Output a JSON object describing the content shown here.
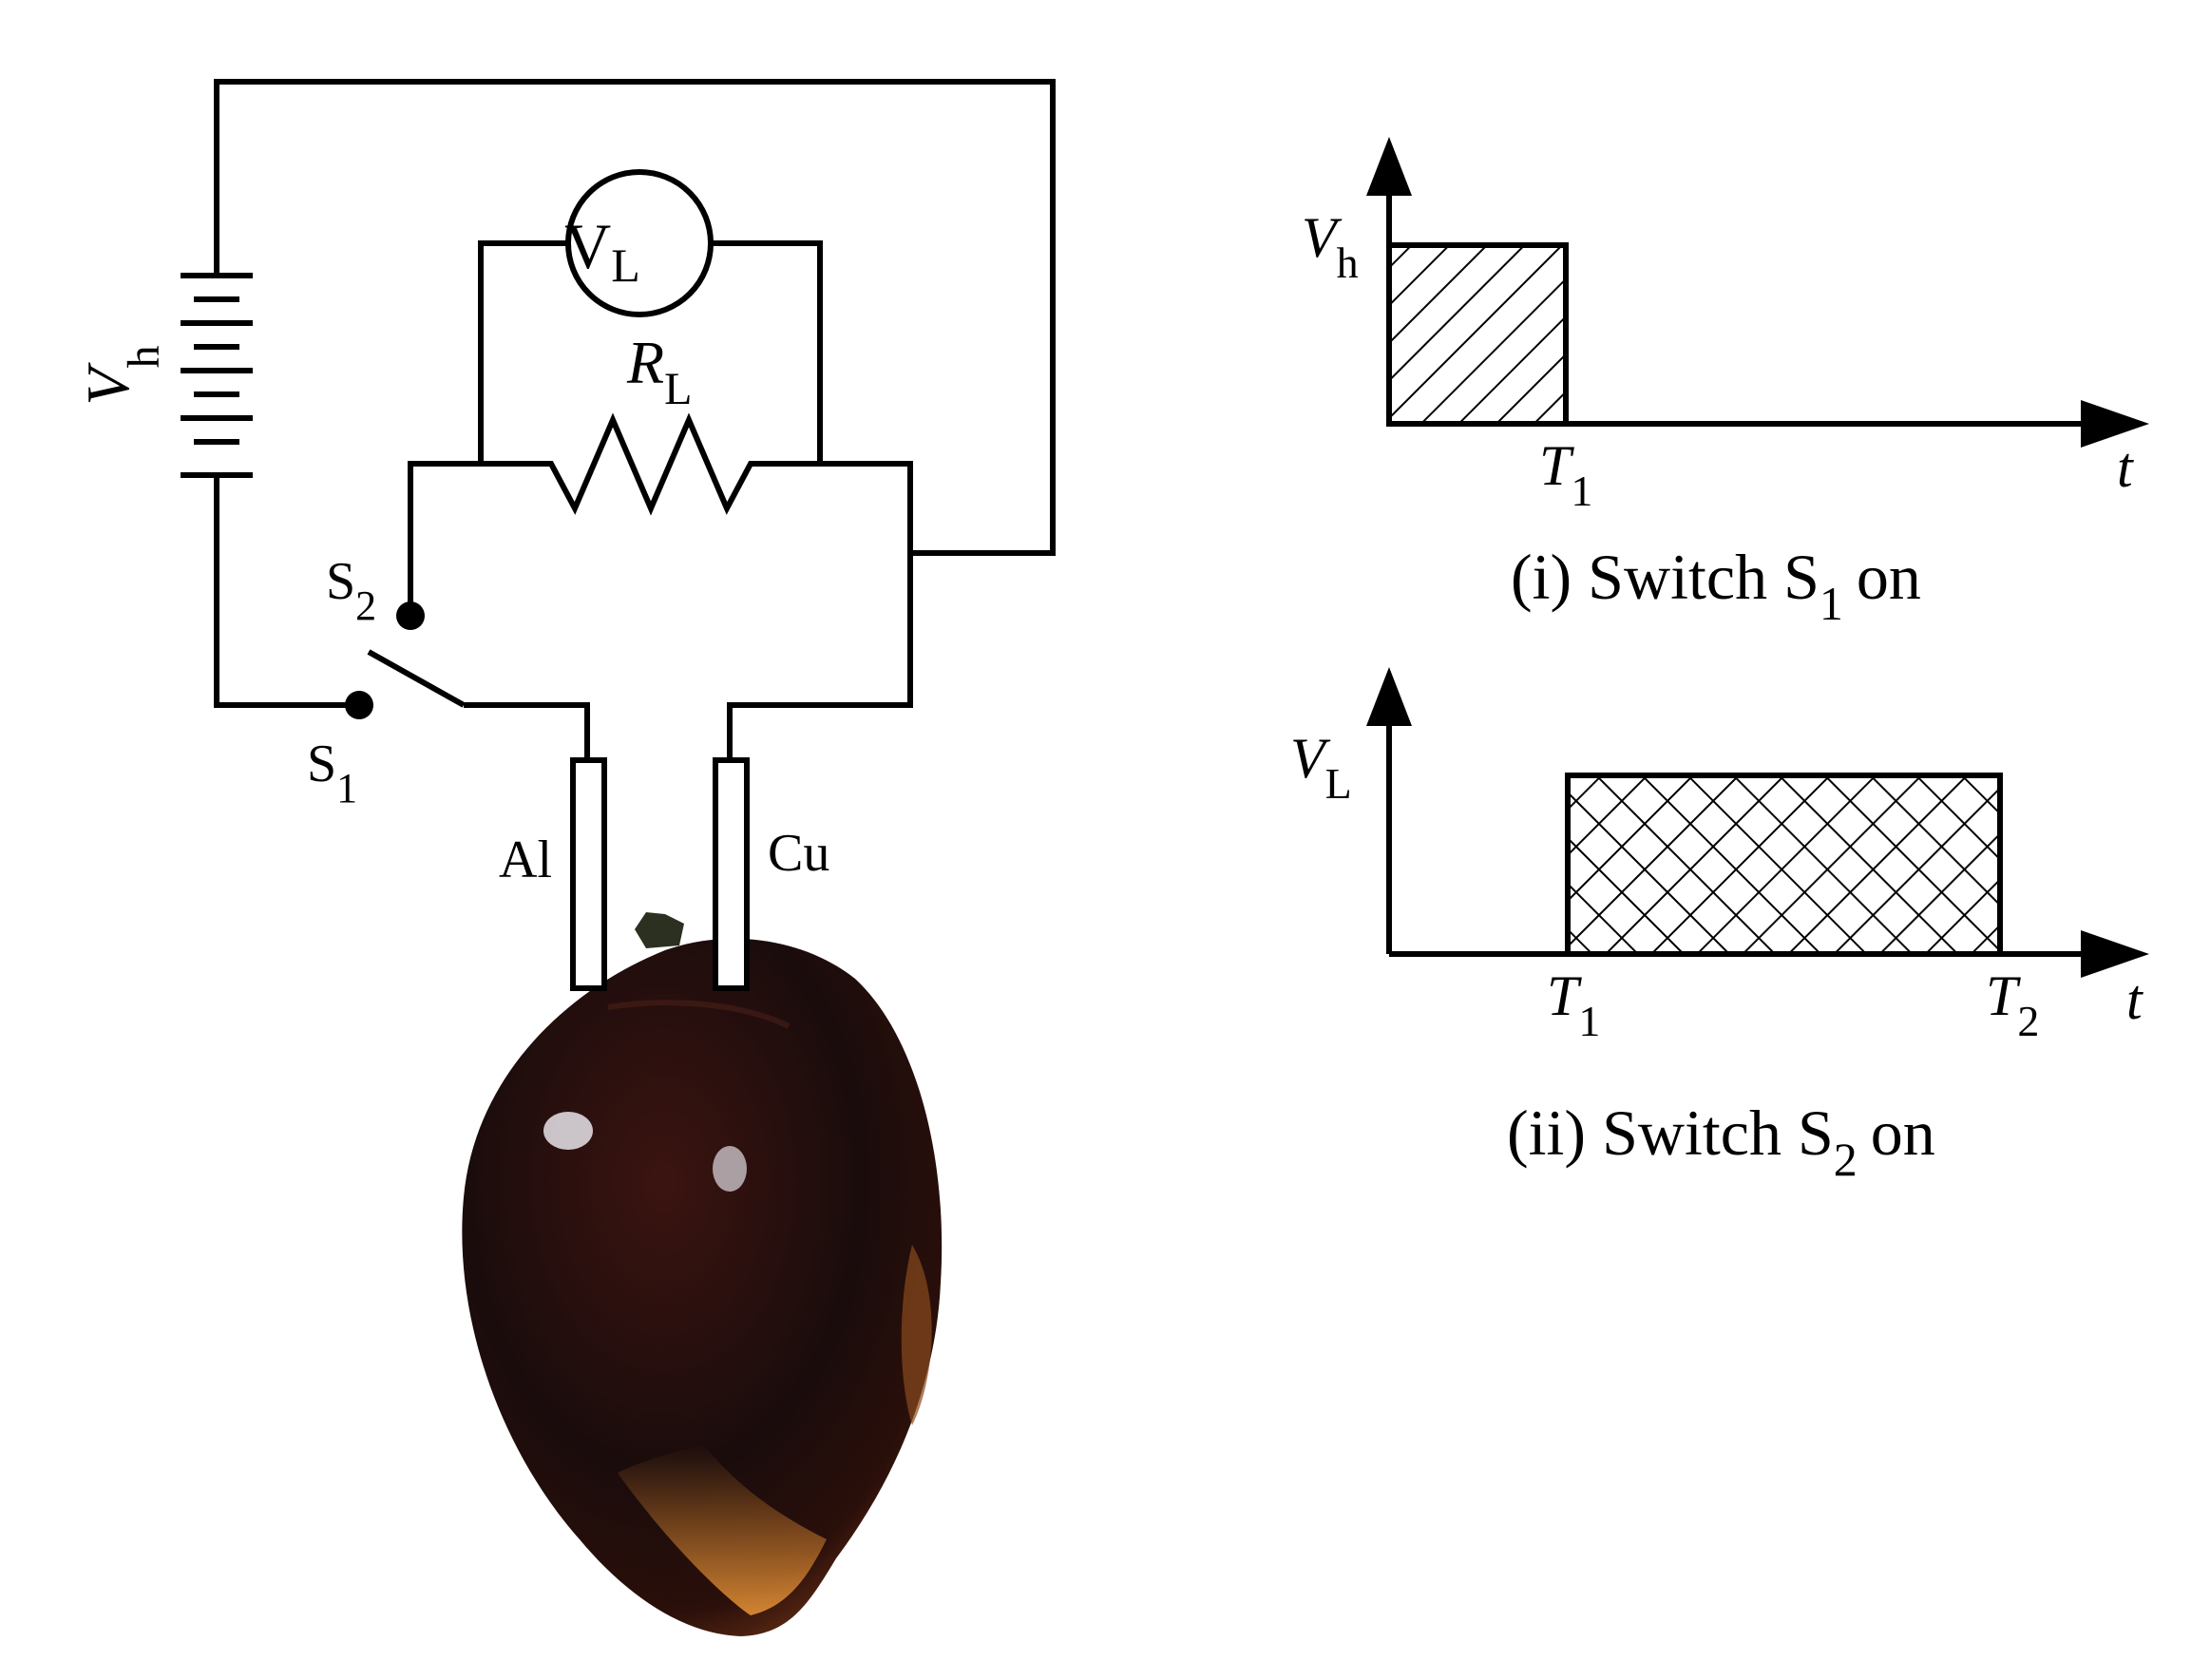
{
  "circuit": {
    "battery": {
      "symbol": "V",
      "subscript": "h"
    },
    "voltmeter": {
      "letter": "V",
      "subscript": "L"
    },
    "resistor": {
      "symbol": "R",
      "subscript": "L"
    },
    "switch_s1": {
      "letter": "S",
      "subscript": "1"
    },
    "switch_s2": {
      "letter": "S",
      "subscript": "2"
    },
    "electrode_al": "Al",
    "electrode_cu": "Cu"
  },
  "graph_i": {
    "y_symbol": "V",
    "y_subscript": "h",
    "t1_symbol": "T",
    "t1_subscript": "1",
    "t_label": "t",
    "caption_main": "(i) Switch S",
    "caption_sub": "1",
    "caption_end": "on",
    "pulse": {
      "start": 0,
      "end": "T1",
      "level": "Vh"
    },
    "hatch": "diagonal"
  },
  "graph_ii": {
    "y_symbol": "V",
    "y_subscript": "L",
    "t1_symbol": "T",
    "t1_subscript": "1",
    "t2_symbol": "T",
    "t2_subscript": "2",
    "t_label": "t",
    "caption_main": "(ii) Switch S",
    "caption_sub": "2",
    "caption_end": "on",
    "pulse": {
      "start": "T1",
      "end": "T2",
      "level": "VL"
    },
    "hatch": "cross"
  },
  "colors": {
    "line": "#000000",
    "fruit_dark": "#1a0c0c",
    "fruit_mid": "#3b1410",
    "fruit_orange": "#c8782a"
  }
}
